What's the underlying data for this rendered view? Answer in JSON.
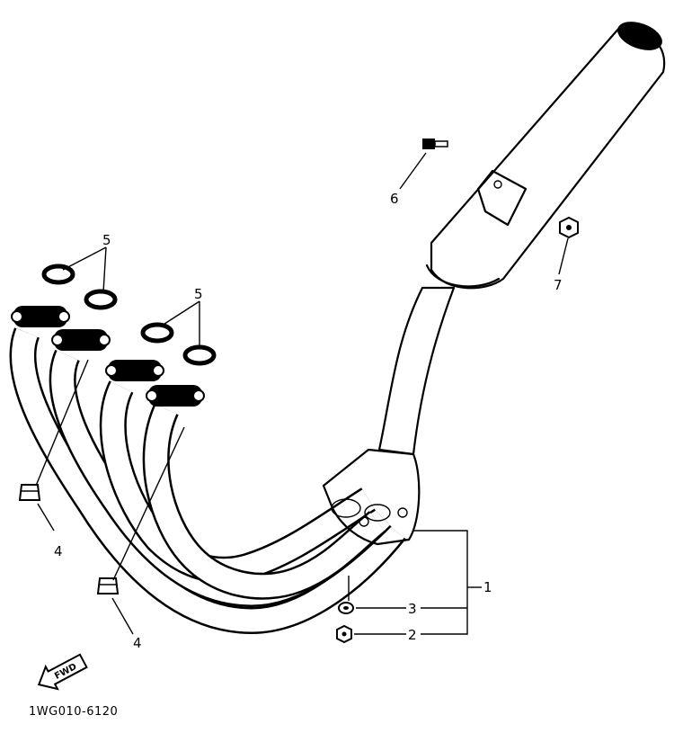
{
  "callouts": {
    "c1": "1",
    "c2": "2",
    "c3": "3",
    "c4a": "4",
    "c4b": "4",
    "c5a": "5",
    "c5b": "5",
    "c6": "6",
    "c7": "7"
  },
  "fwd_label": "FWD",
  "part_number": "1WG010-6120"
}
